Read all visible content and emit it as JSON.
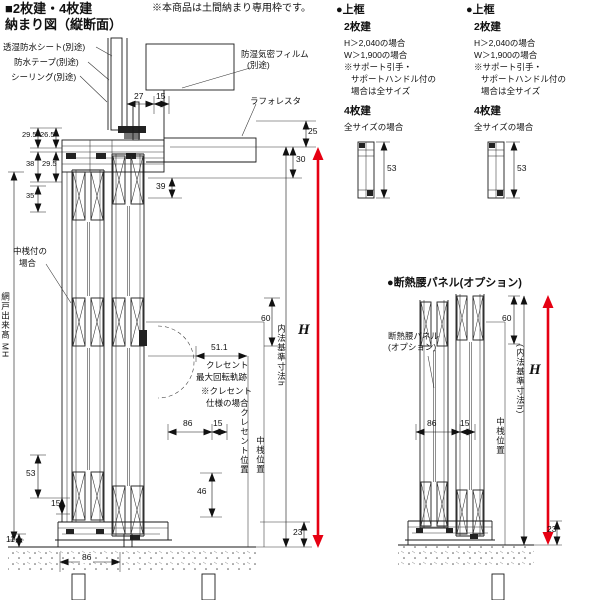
{
  "colors": {
    "arrow_red": "#e60012"
  },
  "header": {
    "title_line1": "■2枚建・4枚建",
    "title_line2": "納まり図（縦断面）",
    "note": "※本商品は土間納まり専用枠です。"
  },
  "upper_rail_columns": [
    {
      "title": "●上框",
      "type2": "2枚建",
      "cond_h": "H＞2,040の場合",
      "cond_w": "W＞1,900の場合",
      "support_note_1": "※サポート引手・",
      "support_note_2": "サポートハンドル付の",
      "support_note_3": "場合は全サイズ",
      "type4": "4枚建",
      "type4_cond": "全サイズの場合",
      "dim_53": "53"
    },
    {
      "title": "●上框",
      "type2": "2枚建",
      "cond_h": "H＞2,040の場合",
      "cond_w": "W＞1,900の場合",
      "support_note_1": "※サポート引手・",
      "support_note_2": "サポートハンドル付の",
      "support_note_3": "場合は全サイズ",
      "type4": "4枚建",
      "type4_cond": "全サイズの場合",
      "dim_53": "53"
    }
  ],
  "main_drawing": {
    "callouts": {
      "waterproof_sheet": "透湿防水シート(別途)",
      "waterproof_tape": "防水テープ(別途)",
      "sealing": "シーリング(別途)",
      "moisture_film_1": "防湿気密フィルム",
      "moisture_film_2": "(別途)",
      "laforesta": "ラフォレスタ",
      "mid_rail_case_1": "中桟付の",
      "mid_rail_case_2": "場合",
      "screen_height": "網戸出来髙 MH",
      "crescent_1": "クレセント",
      "crescent_2": "最大回転軌跡",
      "crescent_3": "※クレセント",
      "crescent_4": "仕様の場合",
      "crescent_position": "クレセント位置",
      "mid_rail_position": "中桟位置",
      "inner_standard": "内法基準寸法h",
      "height_symbol": "H"
    },
    "dimensions": {
      "top_27": "27",
      "top_15": "15",
      "right_25": "25",
      "right_30": "30",
      "right_39": "39",
      "left_29_5a": "29.5",
      "left_26_5": "26.5",
      "left_38": "38",
      "left_29_5b": "29.5",
      "left_35": "35",
      "mid_60": "60",
      "crescent_51_1": "51.1",
      "mid_86": "86",
      "mid_15": "15",
      "bottom_46": "46",
      "left_53": "53",
      "left_15": "15",
      "left_11": "11",
      "bottom_86": "86",
      "right_23": "23"
    }
  },
  "option_drawing": {
    "title": "●断熱腰パネル(オプション)",
    "label_1": "断熱腰パネル",
    "label_2": "(オプション)",
    "height_symbol": "H",
    "inner_standard": "(内法基準寸法h)",
    "mid_rail_position": "中桟位置",
    "dimensions": {
      "d60": "60",
      "d86": "86",
      "d15": "15",
      "d23": "23"
    }
  }
}
